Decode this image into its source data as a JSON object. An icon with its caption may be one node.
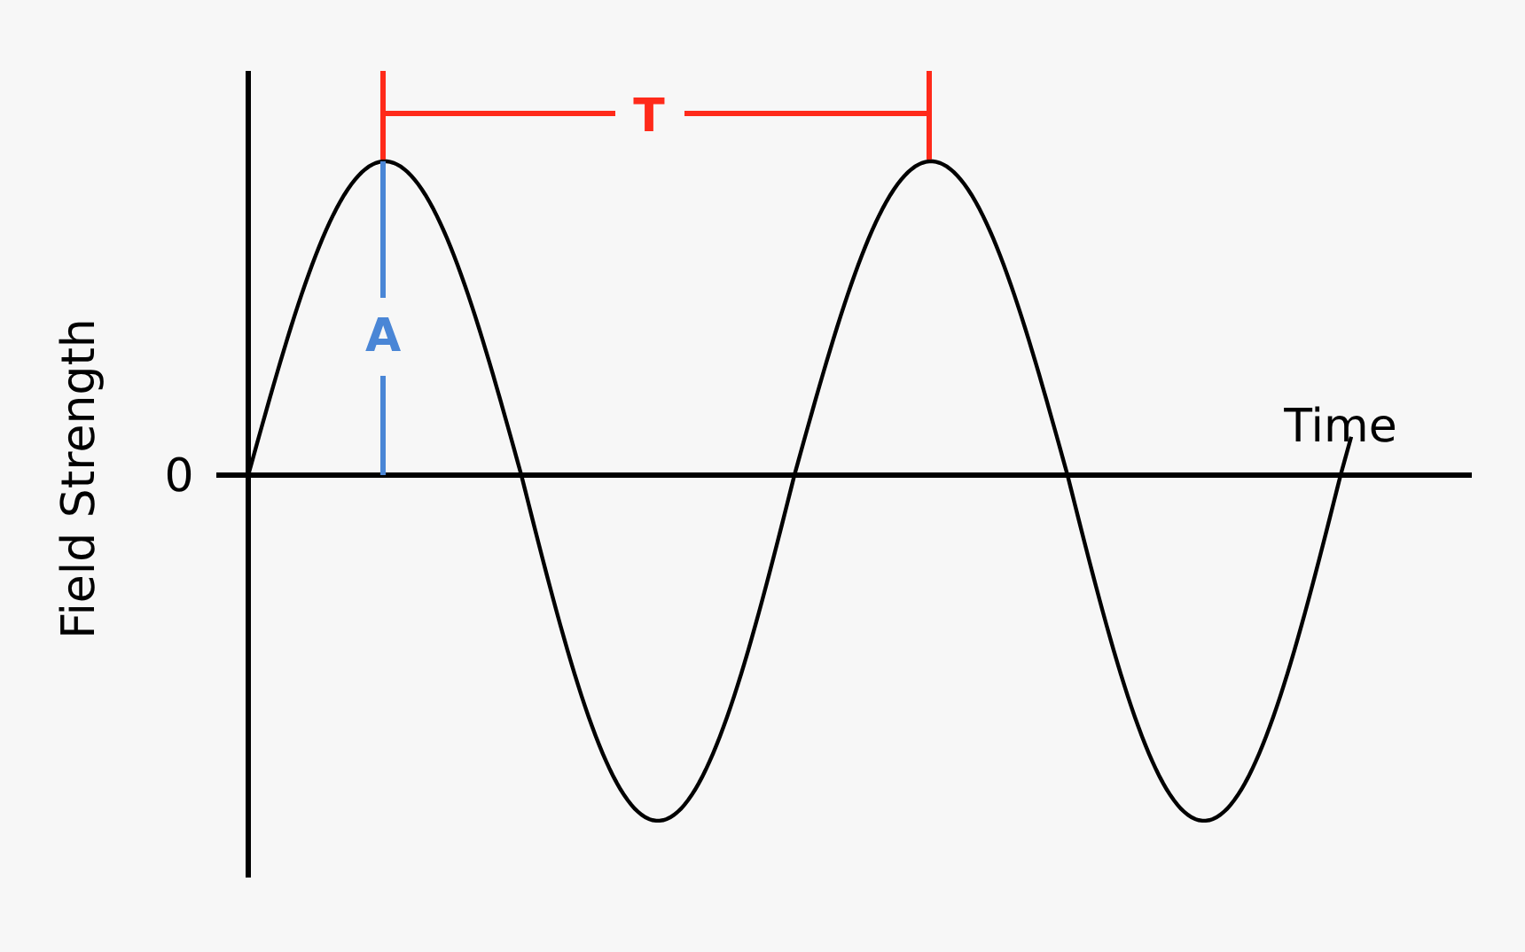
{
  "diagram": {
    "labels": [
      "T",
      "A",
      "0",
      "Time",
      "Field Strength"
    ]
  }
}
